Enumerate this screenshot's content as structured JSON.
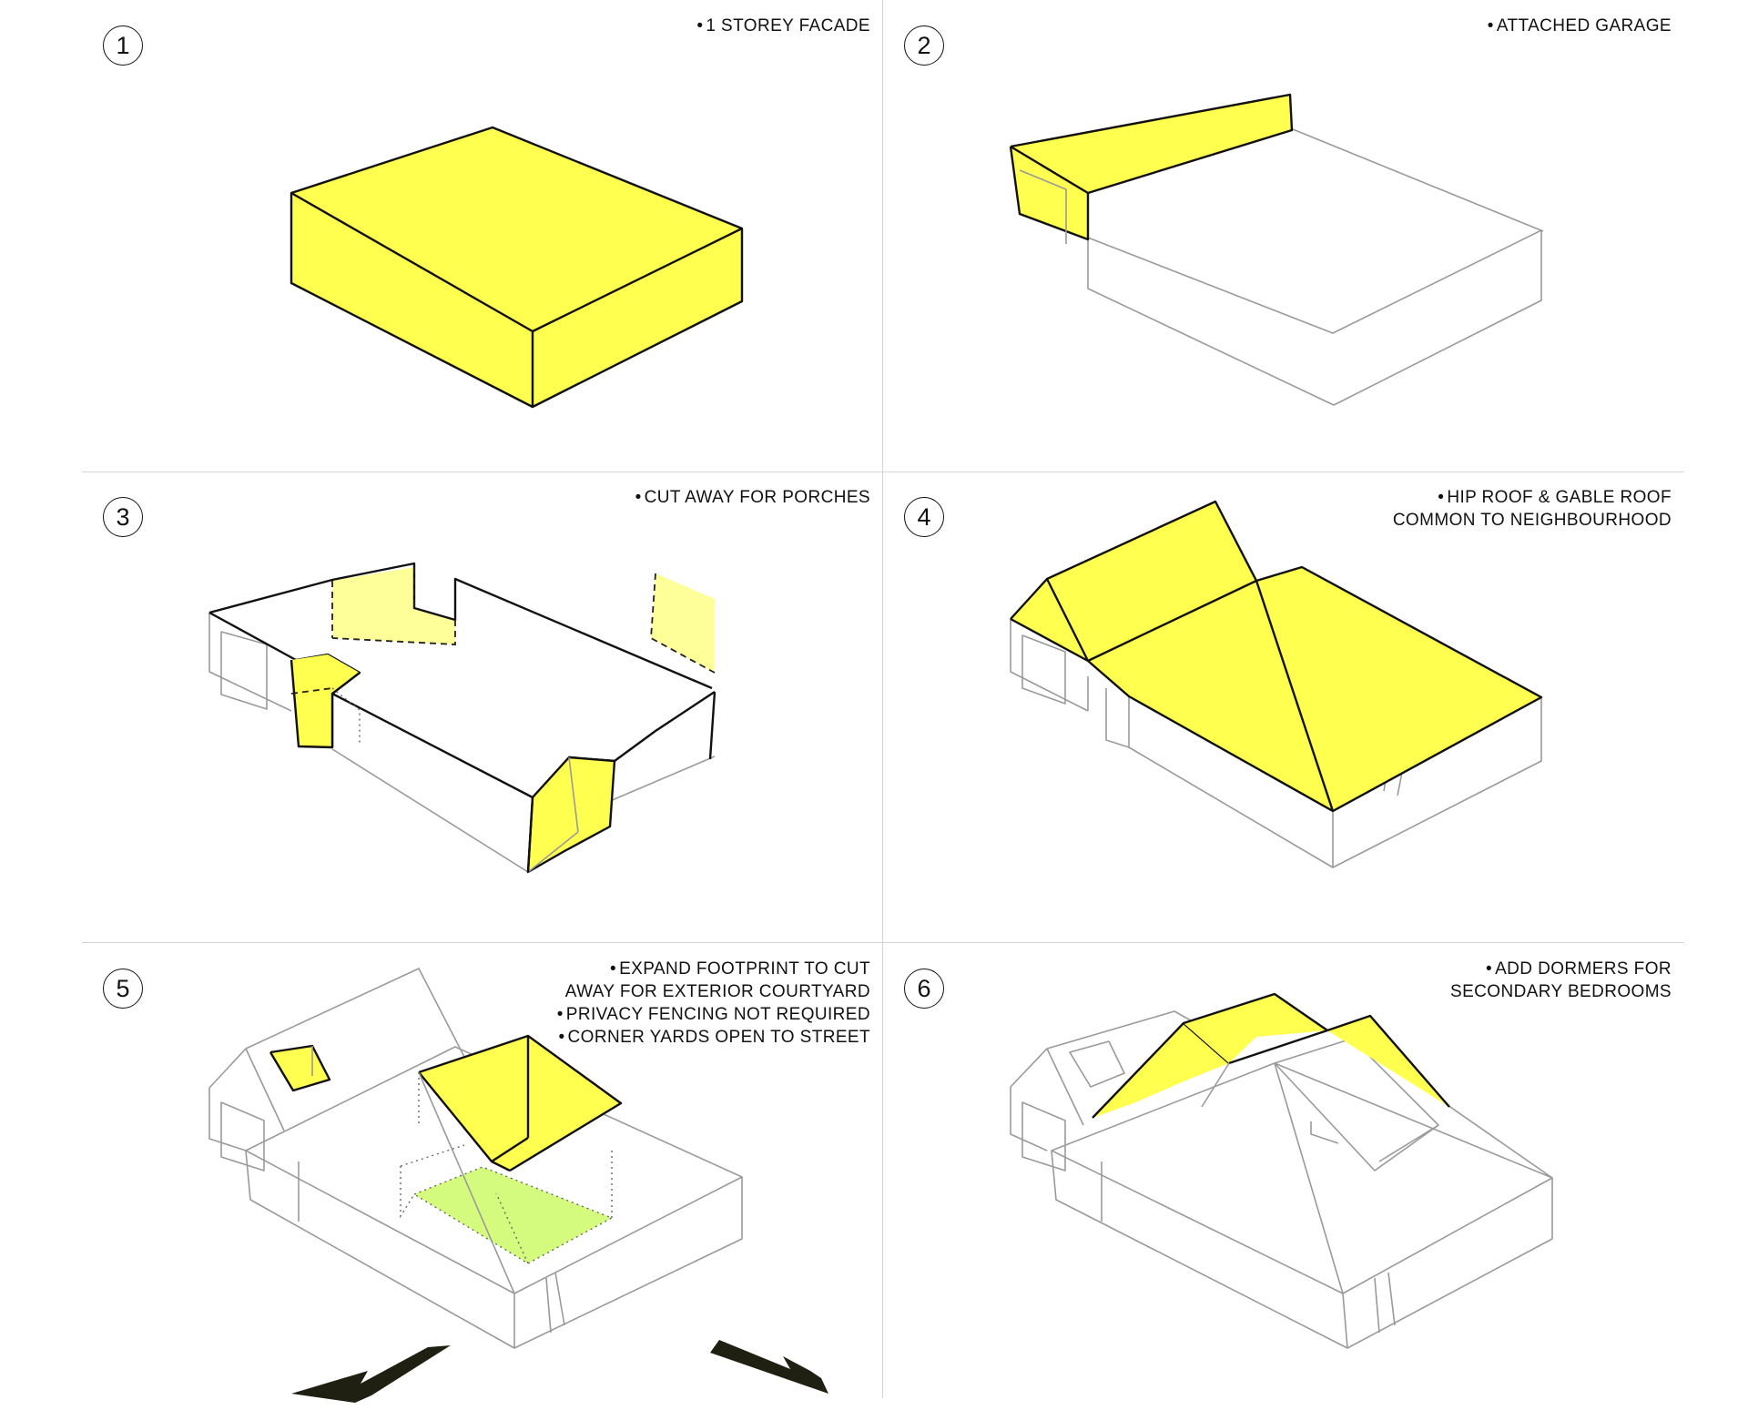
{
  "panels": [
    {
      "number": "1",
      "caption": [
        "1 STOREY FACADE"
      ]
    },
    {
      "number": "2",
      "caption": [
        "ATTACHED GARAGE"
      ]
    },
    {
      "number": "3",
      "caption": [
        "CUT  AWAY FOR PORCHES"
      ]
    },
    {
      "number": "4",
      "caption": [
        "HIP ROOF & GABLE ROOF",
        "COMMON TO NEIGHBOURHOOD"
      ]
    },
    {
      "number": "5",
      "caption": [
        "EXPAND FOOTPRINT TO CUT",
        "AWAY FOR EXTERIOR COURTYARD",
        "PRIVACY FENCING NOT REQUIRED",
        "CORNER YARDS OPEN TO STREET"
      ]
    },
    {
      "number": "6",
      "caption": [
        "ADD DORMERS FOR",
        "SECONDARY BEDROOMS"
      ]
    }
  ],
  "colors": {
    "highlight": "#ffff4f",
    "courtyard": "#d4fb7e",
    "outline": "#111111",
    "grid": "#d4d4d4",
    "arrow": "#1f1f12"
  }
}
